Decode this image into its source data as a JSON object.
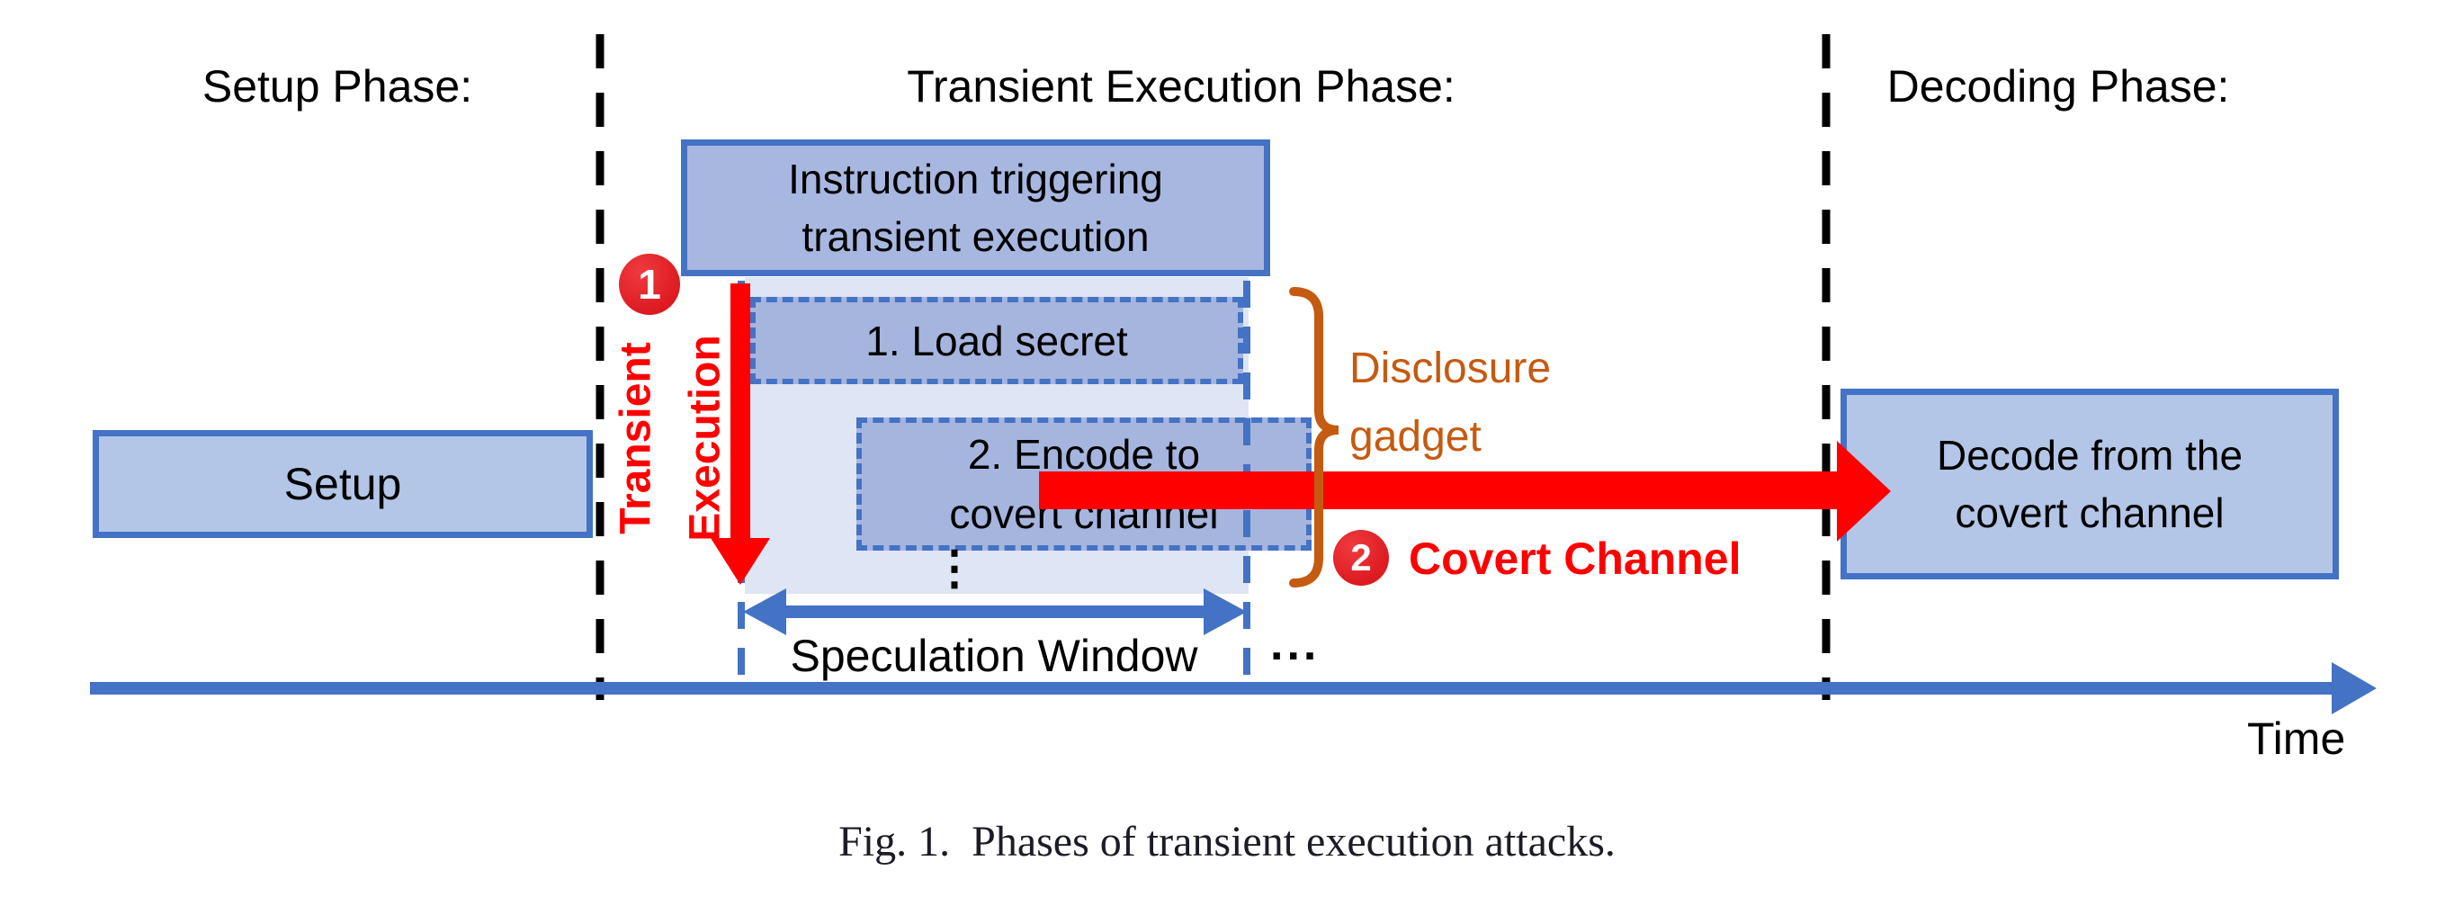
{
  "colors": {
    "accent_blue": "#4472C4",
    "box_fill": "#B4C6E7",
    "box_fill_dark": "#A6B5DE",
    "pale_fill": "#DEE5F4",
    "red": "#FF0000",
    "badge_red": "#DD1A21",
    "orange": "#C55A11",
    "ink": "#000000",
    "caption_ink": "#1C1C26"
  },
  "phase_labels": {
    "setup": "Setup Phase:",
    "transient": "Transient Execution Phase:",
    "decoding": "Decoding Phase:"
  },
  "boxes": {
    "setup": {
      "label": "Setup"
    },
    "instruction": {
      "line1": "Instruction triggering",
      "line2": "transient execution"
    },
    "load_secret": {
      "label": "1. Load secret"
    },
    "encode": {
      "line1": "2. Encode to",
      "line2": "covert channel"
    },
    "decode": {
      "line1": "Decode from the",
      "line2": "covert channel"
    }
  },
  "annotations": {
    "step1_badge": "1",
    "transient_word": "Transient",
    "execution_word": "Execution",
    "disclosure_line1": "Disclosure",
    "disclosure_line2": "gadget",
    "step2_badge": "2",
    "covert_channel_label": "Covert Channel",
    "speculation_window_label": "Speculation Window",
    "vertical_ellipsis": "⋮",
    "horizontal_ellipsis": "...",
    "time_label": "Time"
  },
  "caption": "Fig. 1.  Phases of transient execution attacks."
}
